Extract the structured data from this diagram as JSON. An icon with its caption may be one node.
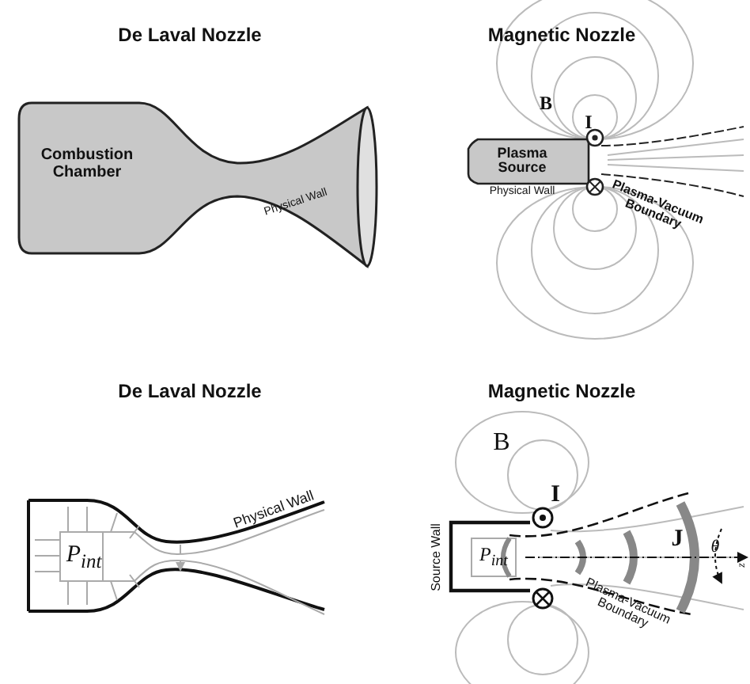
{
  "diagram": {
    "labels": [
      "De Laval Nozzle",
      "Magnetic Nozzle",
      "Combustion Chamber",
      "Physical Wall",
      "B",
      "I",
      "Plasma Source",
      "Physical Wall",
      "Plasma-Vacuum Boundary",
      "De Laval Nozzle",
      "Magnetic Nozzle",
      "Physical Wall",
      "P$_{int}$",
      "B",
      "I",
      "Source Wall",
      "P$_{int}$",
      "Plasma-Vacuum Boundary",
      "J",
      "θ",
      "z"
    ]
  }
}
